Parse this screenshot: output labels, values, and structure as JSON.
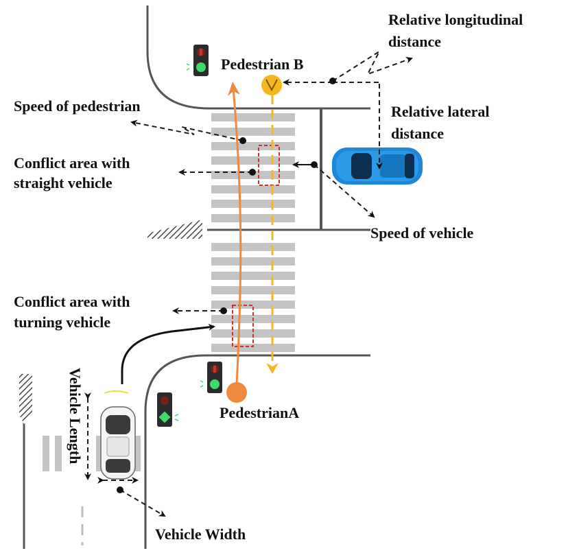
{
  "labels": {
    "relative_longitudinal_line1": "Relative longitudinal",
    "relative_longitudinal_line2": "distance",
    "pedestrian_b": "Pedestrian B",
    "speed_of_pedestrian": "Speed of pedestrian",
    "relative_lateral_line1": "Relative lateral",
    "relative_lateral_line2": "distance",
    "conflict_straight_line1": "Conflict area with",
    "conflict_straight_line2": "straight vehicle",
    "speed_of_vehicle": "Speed of vehicle",
    "conflict_turning_line1": "Conflict area with",
    "conflict_turning_line2": "turning vehicle",
    "vehicle_length": "Vehicle Length",
    "pedestrian_a": "PedestrianA",
    "vehicle_width": "Vehicle Width"
  },
  "colors": {
    "pedestrian_a": "#f0883e",
    "pedestrian_b": "#f5b820",
    "conflict_box": "#d42a2a",
    "vehicle_blue": "#1e88d8",
    "crosswalk": "#c4c4c4",
    "road_edge": "#555555",
    "signal_green": "#3ddc6a",
    "signal_red": "#c0392b"
  },
  "icons": [
    "pedestrian-signal-icon",
    "vehicle-signal-icon",
    "blue-car-icon",
    "white-car-icon",
    "pedestrian-icon"
  ]
}
